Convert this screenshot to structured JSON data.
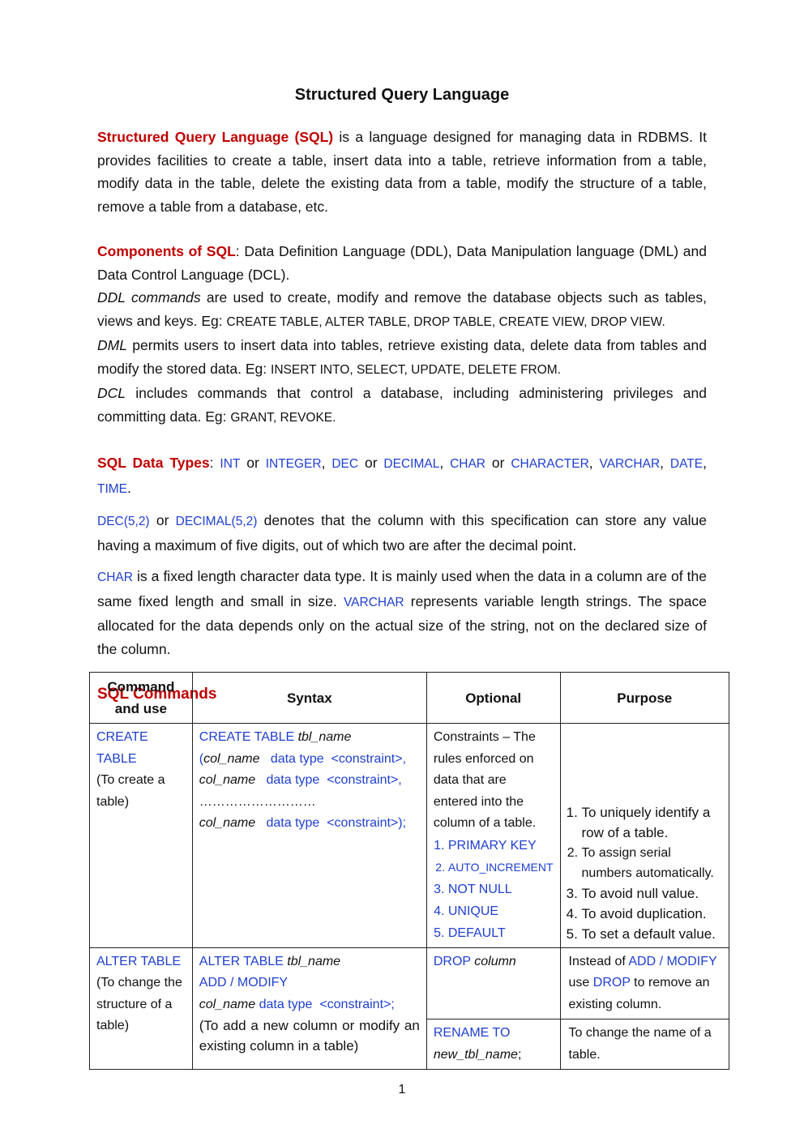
{
  "title": "Structured Query Language",
  "intro": {
    "term": "Structured Query Language (SQL)",
    "text": " is a language designed for managing data in RDBMS. It provides facilities to create a table, insert data into a table, retrieve information from a table, modify data in the table, delete the existing data from a table, modify the structure of a table, remove a table from a database, etc."
  },
  "components": {
    "term": "Components of SQL",
    "text": ": Data Definition Language (DDL), Data Manipulation language (DML) and Data Control Language (DCL).",
    "ddl_term": "DDL commands",
    "ddl_text": " are used to create, modify and remove the database objects such as tables, views and keys. Eg: ",
    "ddl_eg": "CREATE TABLE, ALTER TABLE, DROP TABLE, CREATE VIEW, DROP VIEW.",
    "dml_term": "DML",
    "dml_text": " permits users to insert data into tables, retrieve existing data, delete data from tables and modify the stored data. Eg: ",
    "dml_eg": "INSERT INTO, SELECT, UPDATE, DELETE FROM.",
    "dcl_term": "DCL",
    "dcl_text": " includes commands that control a database, including administering privileges and committing data. Eg: ",
    "dcl_eg": "GRANT, REVOKE."
  },
  "datatypes": {
    "term": "SQL Data Types",
    "colon": ": ",
    "t1": "INT",
    "or1": " or ",
    "t2": "INTEGER",
    "c1": ", ",
    "t3": "DEC",
    "or2": " or ",
    "t4": "DECIMAL",
    "c2": ", ",
    "t5": "CHAR",
    "or3": " or ",
    "t6": "CHARACTER",
    "c3": ", ",
    "t7": "VARCHAR",
    "c4": ", ",
    "t8": "DATE",
    "c5": ", ",
    "t9": "TIME",
    "end": ".",
    "dec_a": "DEC(5,2)",
    "dec_or": " or ",
    "dec_b": "DECIMAL(5,2)",
    "dec_text": " denotes that the column with this specification can store any value having a maximum of five digits, out of which two are after the decimal point.",
    "char_a": "CHAR",
    "char_text": " is a fixed length character data type. It is mainly used when the data in a column are of the same fixed length and small in size. ",
    "char_b": "VARCHAR",
    "char_text2": " represents variable length strings. The space allocated for the data depends only on the actual size of the string, not on the declared size of the column."
  },
  "commands_heading": "SQL Commands",
  "table": {
    "headers": [
      "Command and use",
      "Syntax",
      "Optional",
      "Purpose"
    ],
    "create": {
      "cmd": "CREATE TABLE",
      "use": "(To create a table)",
      "syn_kw": "CREATE TABLE ",
      "syn_tbl": "tbl_name",
      "open": "(",
      "col": "col_name",
      "dtype": "data type",
      "cons": "<constraint>,",
      "cons_last": "<constraint>);",
      "dots": "………………………",
      "opt_text": "Constraints – The rules enforced on data that are entered into the column of a table.",
      "opt_items": [
        "PRIMARY KEY",
        "AUTO_INCREMENT",
        "NOT NULL",
        "UNIQUE",
        "DEFAULT"
      ],
      "purposes": [
        "To uniquely identify a row of a table.",
        "To assign serial numbers automatically.",
        "To avoid null value.",
        "To avoid duplication.",
        "To set a default value."
      ]
    },
    "alter": {
      "cmd": "ALTER TABLE",
      "use": "(To change the structure of a table)",
      "syn_kw": "ALTER TABLE ",
      "syn_tbl": "tbl_name",
      "add_mod": "ADD / MODIFY",
      "col": "col_name",
      "dtype": "data type",
      "cons": "<constraint>;",
      "note": "(To add a new column or modify an existing column in a table)",
      "opt1_kw": "DROP ",
      "opt1_col": "column",
      "purp1_a": "Instead of ",
      "purp1_b": "ADD / MODIFY",
      "purp1_c": " use ",
      "purp1_d": "DROP",
      "purp1_e": " to remove an existing column.",
      "opt2_kw": "RENAME TO",
      "opt2_name": "new_tbl_name",
      "opt2_semi": ";",
      "purp2": "To change the name of a table."
    }
  },
  "page_number": "1"
}
